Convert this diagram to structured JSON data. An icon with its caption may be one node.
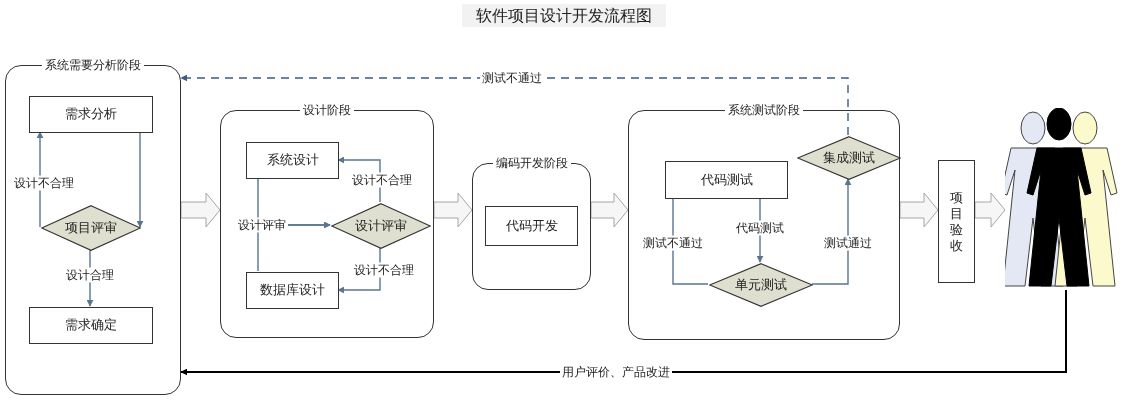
{
  "diagram": {
    "title": "软件项目设计开发流程图",
    "nodes": [
      {
        "text": [
          "系统需要分析阶段"
        ]
      },
      {
        "text": [
          "需求分析"
        ],
        "in": 0
      },
      {
        "text": [
          "项目评审"
        ],
        "in": 0
      },
      {
        "text": [
          "需求确定"
        ],
        "in": 0
      },
      {
        "text": [
          "设计阶段"
        ]
      },
      {
        "text": [
          "系统设计"
        ],
        "in": 4
      },
      {
        "text": [
          "设计评审"
        ],
        "in": 4
      },
      {
        "text": [
          "数据库设计"
        ],
        "in": 4
      },
      {
        "text": [
          "编码开发阶段"
        ]
      },
      {
        "text": [
          "代码开发"
        ],
        "in": 8
      },
      {
        "text": [
          "系统测试阶段"
        ]
      },
      {
        "text": [
          "代码测试"
        ],
        "in": 10
      },
      {
        "text": [
          "集成测试"
        ],
        "in": 10
      },
      {
        "text": [
          "单元测试"
        ],
        "in": 10
      },
      {
        "text": [
          "项目验收"
        ]
      },
      {
        "text": [],
        "shape": "person"
      }
    ],
    "edges": [
      {
        "from": 1,
        "to": 2,
        "arrow": "to"
      },
      {
        "from": 2,
        "to": 1,
        "arrow": "to",
        "label": "设计不合理"
      },
      {
        "from": 2,
        "to": 3,
        "arrow": "to",
        "label": "设计合理"
      },
      {
        "from": 5,
        "to": 6,
        "arrow": "to",
        "label": "设计评审"
      },
      {
        "from": 7,
        "to": 6,
        "arrow": "to"
      },
      {
        "from": 6,
        "to": 5,
        "arrow": "to",
        "label": "设计不合理"
      },
      {
        "from": 6,
        "to": 7,
        "arrow": "to",
        "label": "设计不合理"
      },
      {
        "from": 0,
        "to": 4,
        "arrow": "to",
        "style": "thick",
        "color": "#a6a6a6"
      },
      {
        "from": 4,
        "to": 8,
        "arrow": "to",
        "style": "thick",
        "color": "#a6a6a6"
      },
      {
        "from": 8,
        "to": 10,
        "arrow": "to",
        "style": "thick",
        "color": "#a6a6a6"
      },
      {
        "from": 10,
        "to": 14,
        "arrow": "to",
        "style": "thick",
        "color": "#a6a6a6"
      },
      {
        "from": 14,
        "to": 15,
        "arrow": "to",
        "style": "thick",
        "color": "#a6a6a6"
      },
      {
        "from": 11,
        "to": 13,
        "arrow": "to",
        "label": "代码测试"
      },
      {
        "from": 13,
        "to": 11,
        "arrow": "none",
        "label": "测试不通过"
      },
      {
        "from": 13,
        "to": 12,
        "arrow": "to",
        "label": "测试通过"
      },
      {
        "from": 12,
        "to": 0,
        "arrow": "to",
        "label": "测试不通过",
        "style": "dashed",
        "color": "#3b5e80"
      },
      {
        "from": 15,
        "to": 0,
        "arrow": "to",
        "label": "用户评价、产品改进",
        "color": "#000000"
      }
    ]
  }
}
